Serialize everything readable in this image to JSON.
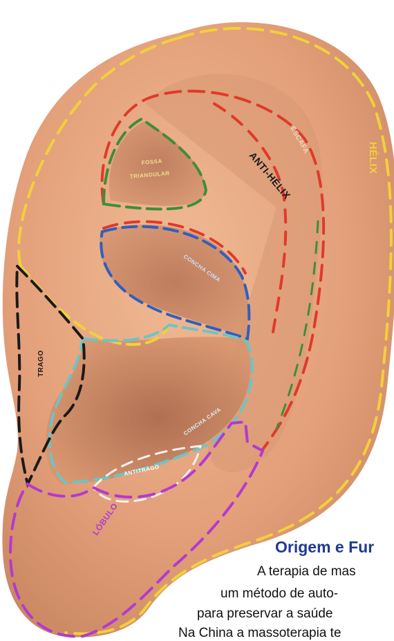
{
  "labels": {
    "helix": "HÉLIX",
    "anti_helix": "ANTI-HÉLIX",
    "escafa": "ESCAFA",
    "fossa_line1": "FOSSA",
    "fossa_line2": "TRIANGULAR",
    "concha_cima": "CONCHA CIMA",
    "concha_cava": "CONCHA CAVA",
    "trago": "TRAGO",
    "antitrago": "ANTITRAGO",
    "lobulo": "LÓBULO"
  },
  "text": {
    "heading": "Origem e Fur",
    "line1": "A terapia de mas",
    "line2": "um método de auto-",
    "line3": "para preservar a saúde",
    "line4": "Na China a massoterapia te"
  },
  "colors": {
    "skin": "#e7a77f",
    "helix_line": "#f2d03a",
    "antihelix_line": "#e03a2a",
    "fossa_line": "#3f8d3a",
    "concha_cima_line": "#2f5fbf",
    "concha_cava_line": "#6fc3c3",
    "trago_line": "#1a1a1a",
    "lobulo_line": "#b23ad0",
    "heading": "#1f3a8f"
  }
}
